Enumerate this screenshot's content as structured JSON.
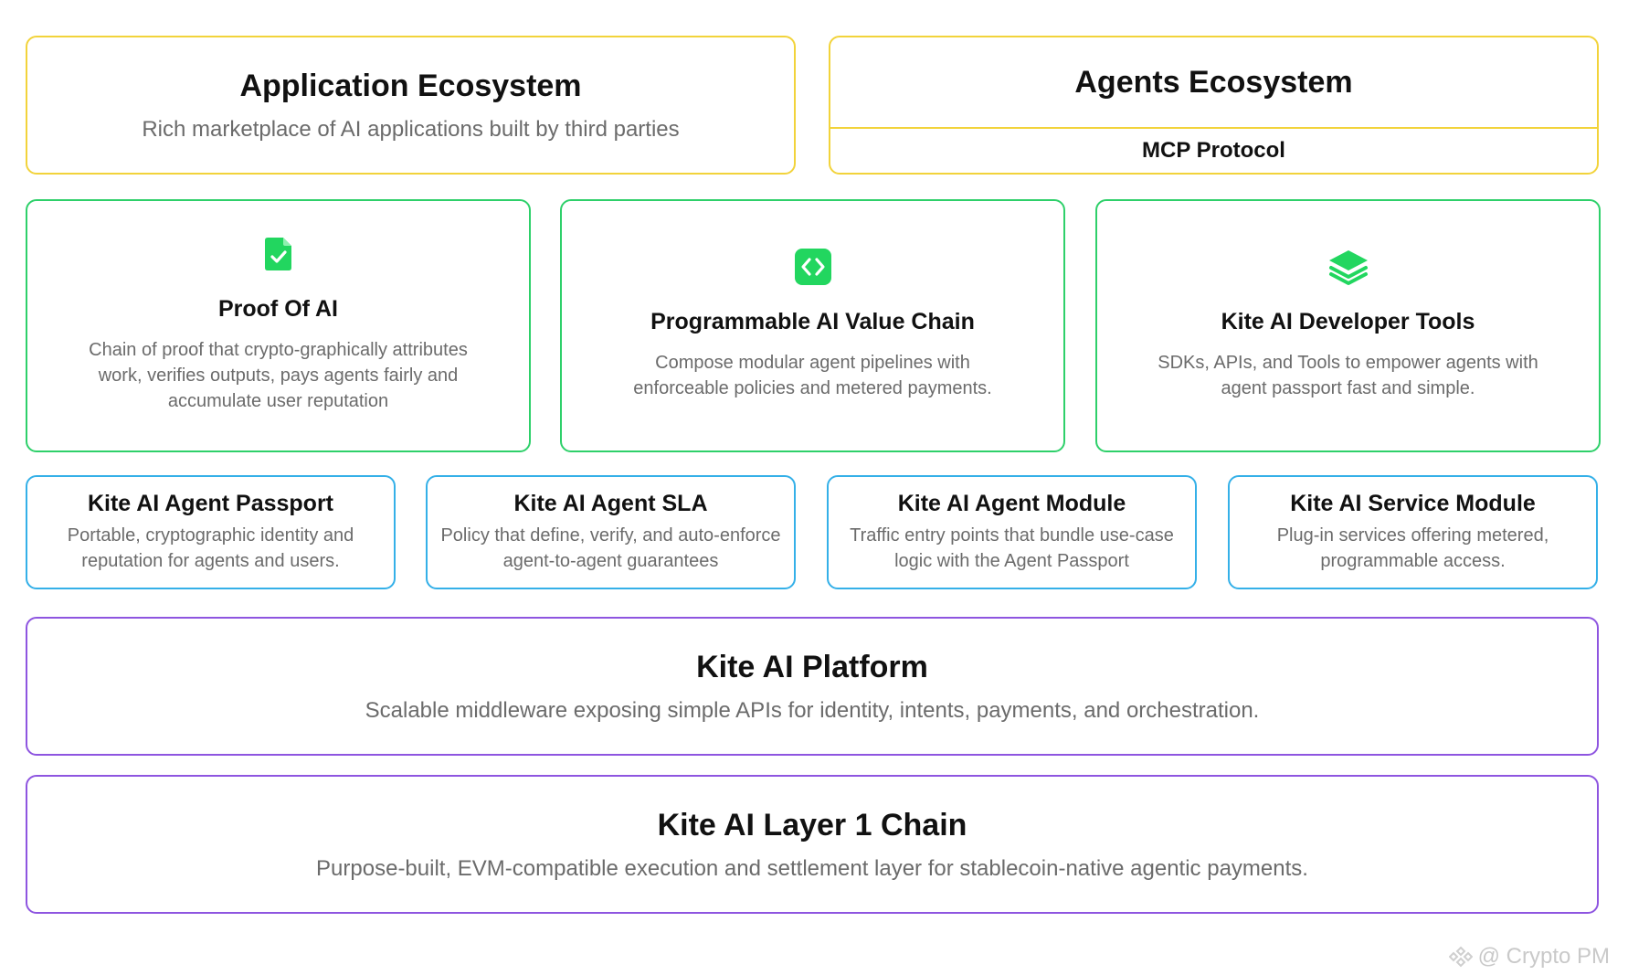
{
  "top_row": {
    "application_ecosystem": {
      "title": "Application Ecosystem",
      "desc": "Rich marketplace of AI applications built by third parties"
    },
    "agents_ecosystem": {
      "title": "Agents Ecosystem",
      "protocol": "MCP Protocol"
    }
  },
  "features": [
    {
      "icon": "file-check-icon",
      "title": "Proof Of AI",
      "desc": "Chain of proof that crypto-graphically attributes work, verifies outputs, pays agents fairly and accumulate user reputation"
    },
    {
      "icon": "code-brackets-icon",
      "title": "Programmable AI Value Chain",
      "desc": "Compose modular agent pipelines with enforceable policies and metered payments."
    },
    {
      "icon": "layers-icon",
      "title": "Kite AI Developer Tools",
      "desc": "SDKs, APIs, and Tools to empower agents with agent passport fast and simple."
    }
  ],
  "modules": [
    {
      "title": "Kite AI Agent Passport",
      "desc": "Portable, cryptographic identity and reputation for agents and users."
    },
    {
      "title": "Kite AI Agent SLA",
      "desc": "Policy that define, verify, and auto-enforce agent-to-agent guarantees"
    },
    {
      "title": "Kite AI Agent Module",
      "desc": "Traffic entry points that bundle use-case logic with the Agent Passport"
    },
    {
      "title": "Kite AI Service Module",
      "desc": "Plug-in services offering metered, programmable access."
    }
  ],
  "platform": {
    "title": "Kite AI Platform",
    "desc": "Scalable middleware exposing simple APIs for identity, intents, payments, and orchestration."
  },
  "chain": {
    "title": "Kite AI Layer 1 Chain",
    "desc": "Purpose-built, EVM-compatible execution and settlement layer for stablecoin-native agentic payments."
  },
  "watermark": "@ Crypto PM",
  "colors": {
    "yellow": "#f2d33b",
    "green": "#2ed06a",
    "blue": "#34b0e8",
    "purple": "#8e55e0",
    "icon_green": "#22d65f"
  }
}
